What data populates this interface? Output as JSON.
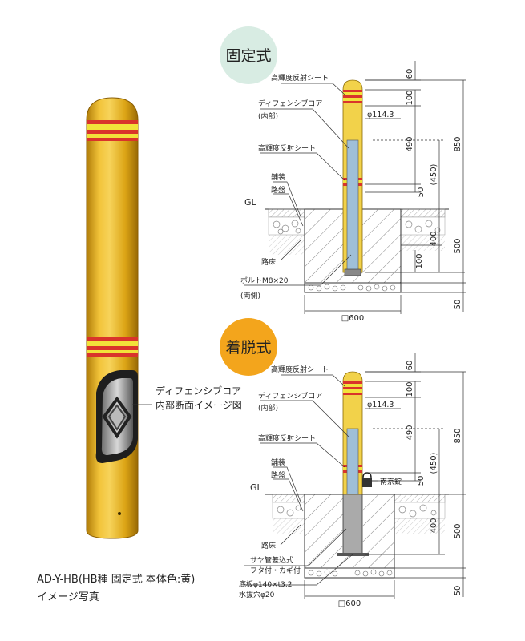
{
  "badges": {
    "fixed": {
      "label": "固定式",
      "color": "#d8ece3"
    },
    "removable": {
      "label": "着脱式",
      "color": "#f3a51c"
    }
  },
  "photo": {
    "callout": [
      "ディフェンシブコア",
      "内部断面イメージ図"
    ],
    "body_color": "#e8b21a",
    "band_red": "#d9342b",
    "band_yellow": "#f2e23a"
  },
  "caption": {
    "line1": "AD-Y-HB(HB種 固定式 本体色:黄)",
    "line2": "イメージ写真"
  },
  "fixed": {
    "labels": {
      "reflect_top": "高輝度反射シート",
      "core": "ディフェンシブコア",
      "core_sub": "(内部)",
      "diameter": "φ114.3",
      "reflect_mid": "高輝度反射シート",
      "paving": "舗装",
      "roadbed": "路盤",
      "gl": "GL",
      "subgrade": "路床",
      "bolt": "ボルトM8×20",
      "bolt_sub": "(両側)",
      "width": "□600"
    },
    "dims": {
      "d60": "60",
      "d100a": "100",
      "d490": "490",
      "d50": "50",
      "d450": "(450)",
      "d850": "850",
      "d400": "400",
      "d500": "500",
      "d100b": "100",
      "d50b": "50"
    }
  },
  "removable": {
    "labels": {
      "reflect_top": "高輝度反射シート",
      "core": "ディフェンシブコア",
      "core_sub": "(内部)",
      "diameter": "φ114.3",
      "reflect_mid": "高輝度反射シート",
      "lock": "南京錠",
      "paving": "舗装",
      "roadbed": "路盤",
      "gl": "GL",
      "subgrade": "路床",
      "sleeve": "サヤ管差込式",
      "sleeve_sub": "フタ付・カギ付",
      "plate": "底板φ140×t3.2",
      "drain": "水抜穴φ20",
      "width": "□600"
    },
    "dims": {
      "d60": "60",
      "d100": "100",
      "d490": "490",
      "d50": "50",
      "d450": "(450)",
      "d850": "850",
      "d400": "400",
      "d500": "500",
      "d50b": "50"
    }
  }
}
